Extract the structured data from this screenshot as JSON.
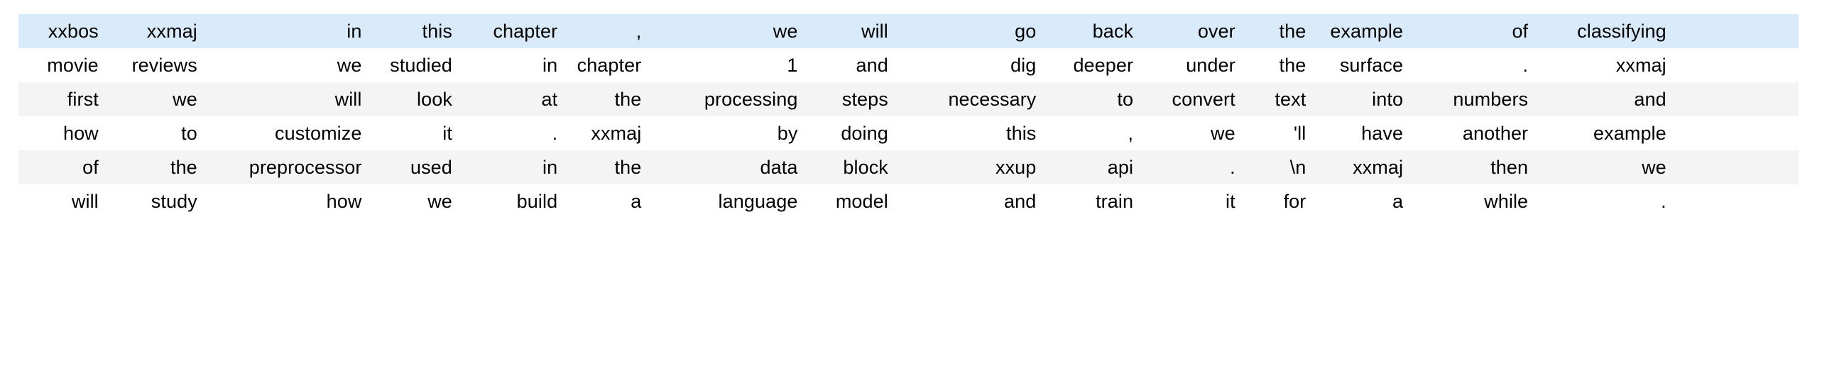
{
  "table": {
    "kind": "tokenized-text-grid",
    "num_rows": 6,
    "num_columns": 16,
    "colors": {
      "highlight_row_bg": "#d9ebfb",
      "stripe_row_bg": "#f4f4f4",
      "plain_row_bg": "#ffffff",
      "text": "#000000",
      "page_bg": "#ffffff"
    },
    "rows": [
      {
        "style": "highlight",
        "cells": [
          "xxbos",
          "xxmaj",
          "in",
          "this",
          "chapter",
          ",",
          "we",
          "will",
          "go",
          "back",
          "over",
          "the",
          "example",
          "of",
          "classifying",
          ""
        ]
      },
      {
        "style": "plain",
        "cells": [
          "movie",
          "reviews",
          "we",
          "studied",
          "in",
          "chapter",
          "1",
          "and",
          "dig",
          "deeper",
          "under",
          "the",
          "surface",
          ".",
          "xxmaj",
          ""
        ]
      },
      {
        "style": "stripe",
        "cells": [
          "first",
          "we",
          "will",
          "look",
          "at",
          "the",
          "processing",
          "steps",
          "necessary",
          "to",
          "convert",
          "text",
          "into",
          "numbers",
          "and",
          ""
        ]
      },
      {
        "style": "plain",
        "cells": [
          "how",
          "to",
          "customize",
          "it",
          ".",
          "xxmaj",
          "by",
          "doing",
          "this",
          ",",
          "we",
          "'ll",
          "have",
          "another",
          "example",
          ""
        ]
      },
      {
        "style": "stripe",
        "cells": [
          "of",
          "the",
          "preprocessor",
          "used",
          "in",
          "the",
          "data",
          "block",
          "xxup",
          "api",
          ".",
          "\\n",
          "xxmaj",
          "then",
          "we",
          ""
        ]
      },
      {
        "style": "plain",
        "cells": [
          "will",
          "study",
          "how",
          "we",
          "build",
          "a",
          "language",
          "model",
          "and",
          "train",
          "it",
          "for",
          "a",
          "while",
          ".",
          ""
        ]
      }
    ]
  }
}
